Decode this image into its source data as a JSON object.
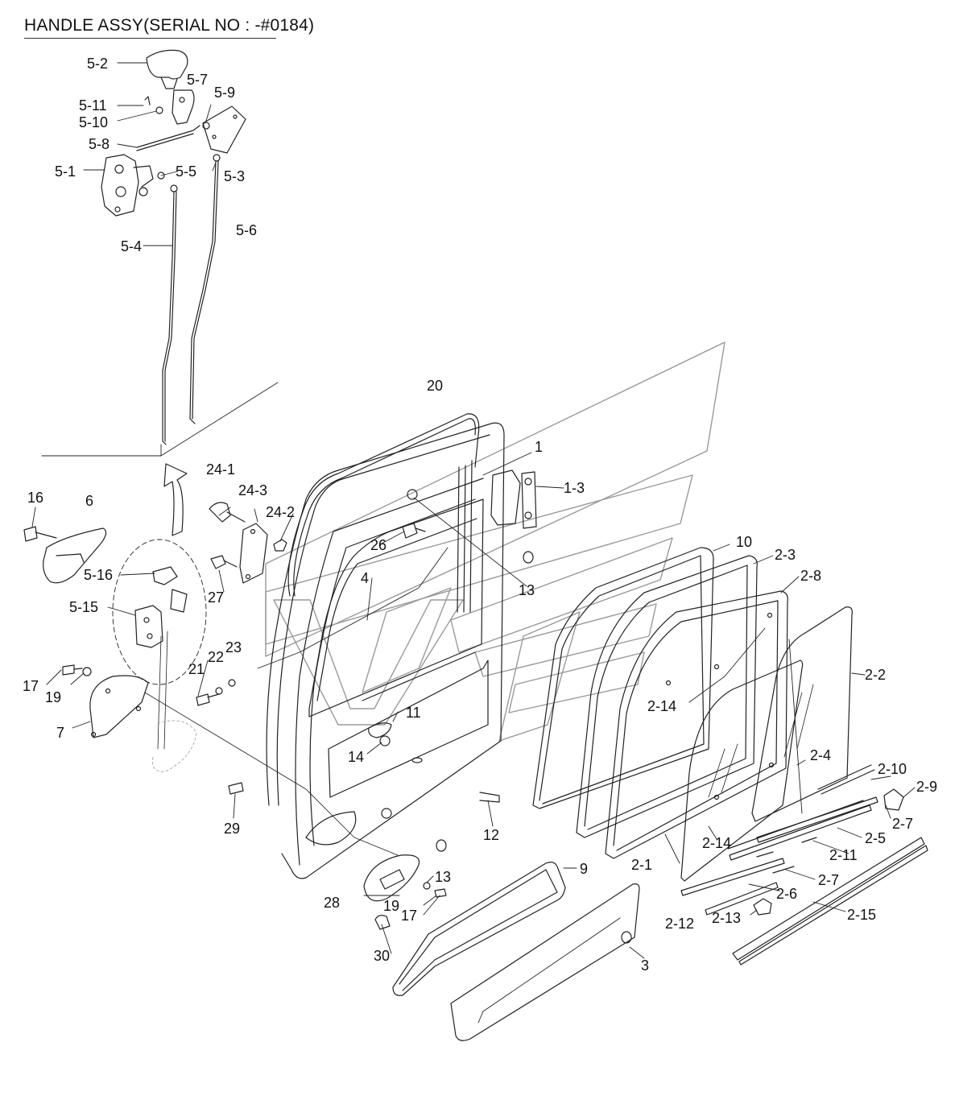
{
  "title": "HANDLE ASSY(SERIAL NO : -#0184)",
  "colors": {
    "line": "#222222",
    "watermark": "#9a9a9a",
    "background": "#ffffff"
  },
  "callouts": [
    "5-2",
    "5-7",
    "5-9",
    "5-11",
    "5-10",
    "5-8",
    "5-1",
    "5-5",
    "5-3",
    "5-4",
    "5-6",
    "20",
    "1",
    "24-1",
    "1-3",
    "24-3",
    "16",
    "6",
    "24-2",
    "26",
    "10",
    "2-3",
    "2-8",
    "5-16",
    "4",
    "27",
    "13",
    "5-15",
    "2-2",
    "23",
    "21",
    "22",
    "17",
    "19",
    "2-14",
    "11",
    "7",
    "14",
    "2-4",
    "2-10",
    "2-9",
    "2-7",
    "29",
    "12",
    "2-5",
    "2-14",
    "2-11",
    "9",
    "2-1",
    "13",
    "2-7",
    "28",
    "19",
    "2-6",
    "17",
    "2-13",
    "2-15",
    "2-12",
    "30",
    "3"
  ]
}
